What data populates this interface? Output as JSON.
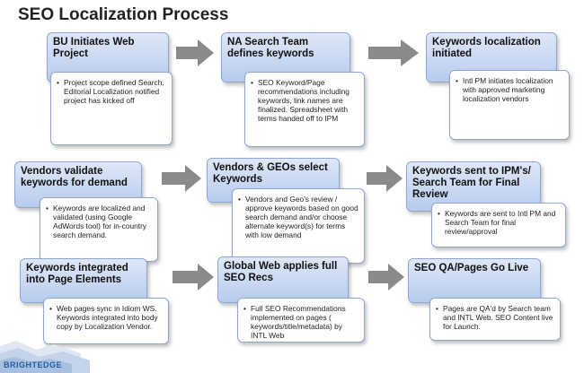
{
  "title": "SEO Localization Process",
  "logo_text": "BRIGHTEDGE",
  "steps": [
    {
      "heading": "BU Initiates Web Project",
      "detail": "Project scope defined Search, Editorial Localization notified project has kicked off"
    },
    {
      "heading": "NA Search Team defines keywords",
      "detail": "SEO Keyword/Page recommendations including keywords, link names are finalized. Spreadsheet with terms handed off to IPM"
    },
    {
      "heading": "Keywords localization initiated",
      "detail": "Intl PM initiates localization with approved marketing localization vendors"
    },
    {
      "heading": "Vendors validate keywords for demand",
      "detail": "Keywords are localized and validated (using Google AdWords tool) for in-country search demand."
    },
    {
      "heading": "Vendors & GEOs select Keywords",
      "detail": "Vendors and Geo's review / approve keywords based on good search demand and/or choose alternate keyword(s) for terms with low demand"
    },
    {
      "heading": "Keywords sent to IPM's/ Search Team for Final Review",
      "detail": "Keywords are sent to Intl PM and Search Team for final review/approval"
    },
    {
      "heading": "Keywords integrated into Page Elements",
      "detail": "Web pages sync in Idiom WS. Keywords integrated into body copy by Localization Vendor."
    },
    {
      "heading": "Global Web  applies full SEO Recs",
      "detail": "Full SEO Recommendations implemented on pages ( keywords/title/metadata) by INTL Web"
    },
    {
      "heading": "SEO QA/Pages Go Live",
      "detail": "Pages are QA'd by  Search team and INTL Web. SEO Content live for Launch."
    }
  ]
}
